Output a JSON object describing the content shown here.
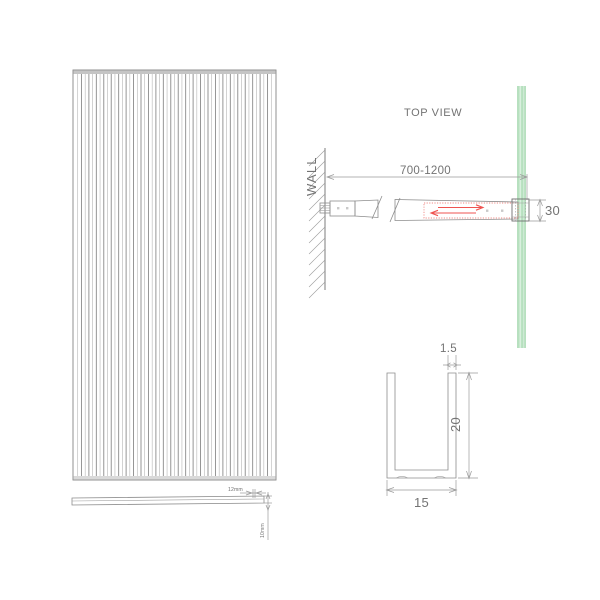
{
  "drawing": {
    "title_top_view": "TOP VIEW",
    "wall_label": "WALL",
    "panel": {
      "name": "fluted-glass-panel",
      "flute_count": 54,
      "thickness_label": "10mm",
      "edge_label": "12mm"
    },
    "top_view": {
      "span_dimension": "700-1200",
      "bracket_depth": "30",
      "arrow_direction": "bidirectional",
      "adjust_zone_color": "#ef5350",
      "glass_strip_color": "#b7e0bf"
    },
    "u_channel": {
      "name": "u-channel-profile",
      "wall_thickness": "1.5",
      "height": "20",
      "width": "15"
    }
  },
  "colors": {
    "line": "#8d8d8d",
    "text": "#737373",
    "accent_red": "#ef5350",
    "glass_green": "#b7e0bf",
    "background": "#ffffff"
  }
}
